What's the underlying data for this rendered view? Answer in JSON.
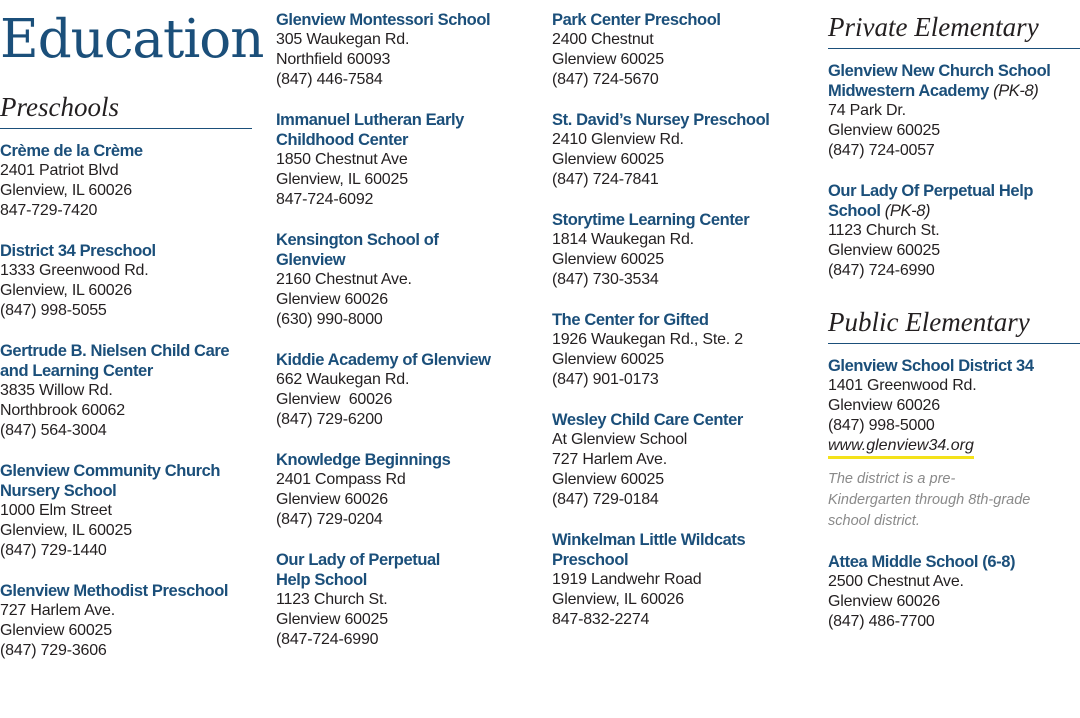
{
  "title": "Education",
  "columns": {
    "preschools": {
      "heading": "Preschools",
      "entries": [
        {
          "name": "Crème de la Crème",
          "lines": [
            "2401 Patriot Blvd",
            "Glenview, IL 60026",
            "847-729-7420"
          ]
        },
        {
          "name": "District 34 Preschool",
          "lines": [
            "1333 Greenwood Rd.",
            "Glenview, IL 60026",
            "(847) 998-5055"
          ]
        },
        {
          "name": "Gertrude B. Nielsen Child Care and Learning Center",
          "lines": [
            "3835 Willow Rd.",
            "Northbrook 60062",
            "(847) 564-3004"
          ]
        },
        {
          "name": "Glenview Community Church Nursery School",
          "lines": [
            "1000 Elm Street",
            "Glenview, IL 60025",
            "(847) 729-1440"
          ]
        },
        {
          "name": "Glenview Methodist Preschool",
          "lines": [
            "727 Harlem Ave.",
            "Glenview 60025",
            "(847) 729-3606"
          ]
        }
      ]
    },
    "col2": {
      "entries": [
        {
          "name": "Glenview Montessori School",
          "lines": [
            "305 Waukegan Rd.",
            "Northfield 60093",
            "(847) 446-7584"
          ]
        },
        {
          "name": "Immanuel Lutheran Early Childhood Center",
          "lines": [
            "1850 Chestnut Ave",
            "Glenview, IL 60025",
            "847-724-6092"
          ]
        },
        {
          "name": "Kensington School of Glenview",
          "lines": [
            "2160 Chestnut Ave.",
            "Glenview 60026",
            "(630) 990-8000"
          ]
        },
        {
          "name": "Kiddie Academy of Glenview",
          "lines": [
            "662 Waukegan Rd.",
            "Glenview  60026",
            "(847) 729-6200"
          ]
        },
        {
          "name": "Knowledge Beginnings",
          "lines": [
            "2401 Compass Rd",
            "Glenview 60026",
            "(847) 729-0204"
          ]
        },
        {
          "name": "Our Lady of Perpetual Help School",
          "lines": [
            "1123 Church St.",
            "Glenview 60025",
            "(847-724-6990"
          ]
        }
      ]
    },
    "col3": {
      "entries": [
        {
          "name": "Park Center Preschool",
          "lines": [
            "2400 Chestnut",
            "Glenview 60025",
            "(847) 724-5670"
          ]
        },
        {
          "name": "St. David’s Nursey Preschool",
          "lines": [
            "2410 Glenview Rd.",
            "Glenview 60025",
            "(847) 724-7841"
          ]
        },
        {
          "name": "Storytime Learning Center",
          "lines": [
            "1814 Waukegan Rd.",
            "Glenview 60025",
            "(847) 730-3534"
          ]
        },
        {
          "name": "The Center for Gifted",
          "lines": [
            "1926 Waukegan Rd., Ste. 2",
            "Glenview 60025",
            "(847) 901-0173"
          ]
        },
        {
          "name": "Wesley Child Care Center",
          "lines": [
            "At Glenview School",
            "727 Harlem Ave.",
            "Glenview 60025",
            "(847) 729-0184"
          ]
        },
        {
          "name": "Winkelman Little Wildcats Preschool",
          "lines": [
            "1919 Landwehr Road",
            "Glenview, IL 60026",
            "847-832-2274"
          ]
        }
      ]
    },
    "private_elementary": {
      "heading": "Private Elementary",
      "entry1": {
        "name_line1": "Glenview New Church School",
        "name_line2": "Midwestern Academy",
        "grade": "(PK-8)",
        "lines": [
          "74 Park Dr.",
          "Glenview 60025",
          "(847) 724-0057"
        ]
      },
      "entry2": {
        "name": "Our Lady Of Perpetual Help School",
        "grade": "(PK-8)",
        "lines": [
          "1123 Church St.",
          "Glenview 60025",
          "(847) 724-6990"
        ]
      }
    },
    "public_elementary": {
      "heading": "Public Elementary",
      "entry1": {
        "name": "Glenview School District 34",
        "lines": [
          "1401 Greenwood Rd.",
          "Glenview 60026",
          "(847) 998-5000"
        ],
        "link": "www.glenview34.org",
        "note": "The district is a pre-Kindergarten through 8th-grade school district."
      },
      "entry2": {
        "name": "Attea Middle School (6-8)",
        "lines": [
          "2500 Chestnut Ave.",
          "Glenview 60026",
          "(847) 486-7700"
        ]
      }
    }
  },
  "colors": {
    "heading_blue": "#1b4f7a",
    "link_highlight": "#f4e21a",
    "note_gray": "#8a8a8a"
  }
}
